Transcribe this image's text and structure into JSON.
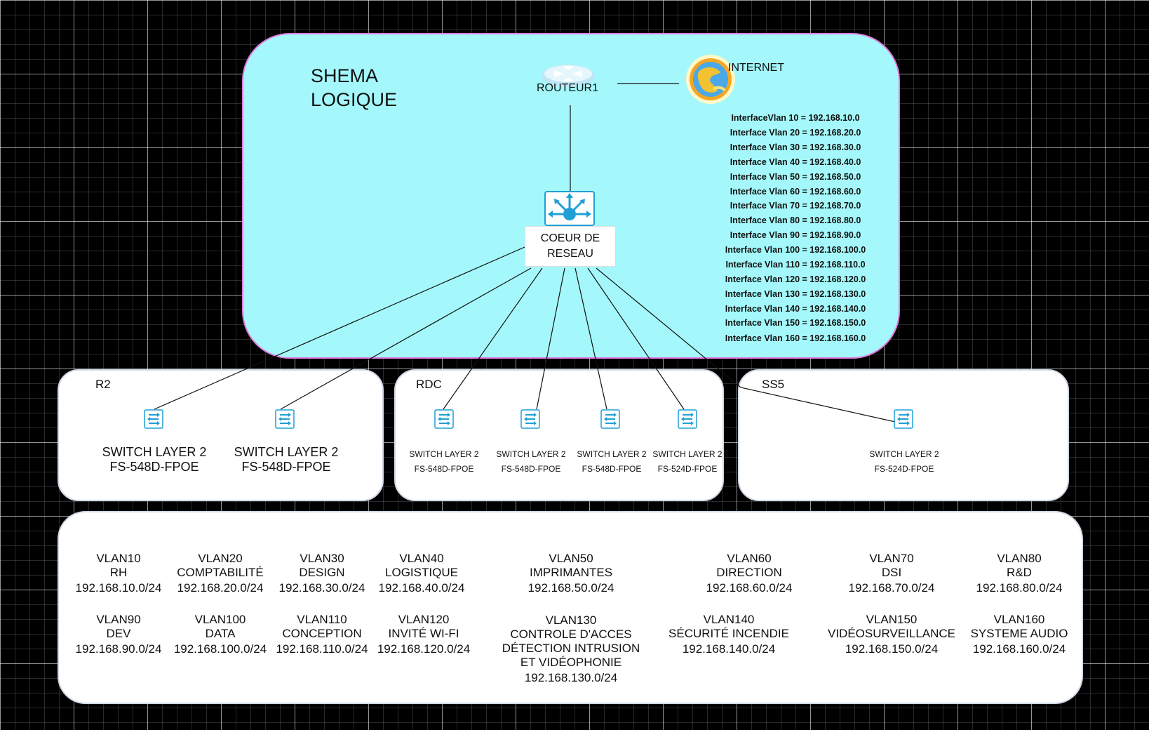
{
  "core": {
    "title_line1": "SHEMA",
    "title_line2": "LOGIQUE",
    "router_label": "ROUTEUR1",
    "internet_label": "INTERNET",
    "core_label_line1": "COEUR DE",
    "core_label_line2": "RESEAU",
    "interfaces": [
      "InterfaceVlan 10 = 192.168.10.0",
      "Interface Vlan 20 = 192.168.20.0",
      "Interface Vlan 30 = 192.168.30.0",
      "Interface Vlan 40 = 192.168.40.0",
      "Interface Vlan 50 = 192.168.50.0",
      "Interface Vlan 60 = 192.168.60.0",
      "Interface Vlan 70 = 192.168.70.0",
      "Interface Vlan 80 = 192.168.80.0",
      "Interface Vlan 90 = 192.168.90.0",
      "Interface Vlan 100 = 192.168.100.0",
      "Interface Vlan 110 = 192.168.110.0",
      "Interface Vlan 120 = 192.168.120.0",
      "Interface Vlan 130 = 192.168.130.0",
      "Interface Vlan 140 = 192.168.140.0",
      "Interface Vlan 150 = 192.168.150.0",
      "Interface Vlan 160 = 192.168.160.0"
    ]
  },
  "floors": {
    "r2": {
      "label": "R2",
      "switches": [
        {
          "line1": "SWITCH LAYER 2",
          "line2": "FS-548D-FPOE"
        },
        {
          "line1": "SWITCH LAYER 2",
          "line2": "FS-548D-FPOE"
        }
      ]
    },
    "rdc": {
      "label": "RDC",
      "switches": [
        {
          "line1": "SWITCH LAYER 2",
          "line2": "FS-548D-FPOE"
        },
        {
          "line1": "SWITCH LAYER 2",
          "line2": "FS-548D-FPOE"
        },
        {
          "line1": "SWITCH LAYER 2",
          "line2": "FS-548D-FPOE"
        },
        {
          "line1": "SWITCH LAYER 2",
          "line2": "FS-524D-FPOE"
        }
      ]
    },
    "ss5": {
      "label": "SS5",
      "switches": [
        {
          "line1": "SWITCH LAYER 2",
          "line2": "FS-524D-FPOE"
        }
      ]
    }
  },
  "vlans": [
    {
      "id": "VLAN10",
      "name": "RH",
      "subnet": "192.168.10.0/24"
    },
    {
      "id": "VLAN20",
      "name": "COMPTABILITÉ",
      "subnet": "192.168.20.0/24"
    },
    {
      "id": "VLAN30",
      "name": "DESIGN",
      "subnet": "192.168.30.0/24"
    },
    {
      "id": "VLAN40",
      "name": "LOGISTIQUE",
      "subnet": "192.168.40.0/24"
    },
    {
      "id": "VLAN50",
      "name": "IMPRIMANTES",
      "subnet": "192.168.50.0/24"
    },
    {
      "id": "VLAN60",
      "name": "DIRECTION",
      "subnet": "192.168.60.0/24"
    },
    {
      "id": "VLAN70",
      "name": "DSI",
      "subnet": "192.168.70.0/24"
    },
    {
      "id": "VLAN80",
      "name": "R&D",
      "subnet": "192.168.80.0/24"
    },
    {
      "id": "VLAN90",
      "name": "DEV",
      "subnet": "192.168.90.0/24"
    },
    {
      "id": "VLAN100",
      "name": "DATA",
      "subnet": "192.168.100.0/24"
    },
    {
      "id": "VLAN110",
      "name": "CONCEPTION",
      "subnet": "192.168.110.0/24"
    },
    {
      "id": "VLAN120",
      "name": "INVITÉ WI-FI",
      "subnet": "192.168.120.0/24"
    },
    {
      "id": "VLAN130",
      "name": "CONTROLE D'ACCES",
      "name2": "DÉTECTION INTRUSION",
      "name3": "ET VIDÉOPHONIE",
      "subnet": "192.168.130.0/24"
    },
    {
      "id": "VLAN140",
      "name": "SÉCURITÉ INCENDIE",
      "subnet": "192.168.140.0/24"
    },
    {
      "id": "VLAN150",
      "name": "VIDÉOSURVEILLANCE",
      "subnet": "192.168.150.0/24"
    },
    {
      "id": "VLAN160",
      "name": "SYSTEME AUDIO",
      "subnet": "192.168.160.0/24"
    }
  ],
  "colors": {
    "core_fill": "#a4f8fb",
    "core_border": "#e07be0",
    "icon_blue": "#1f9fd6"
  }
}
